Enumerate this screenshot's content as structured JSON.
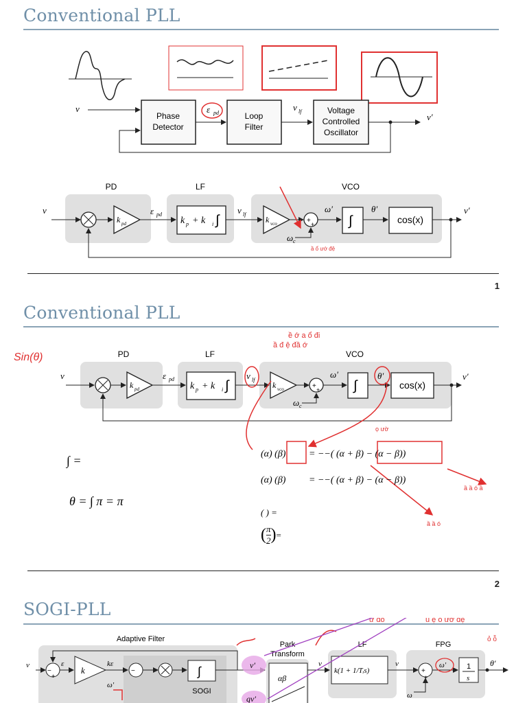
{
  "slides": [
    {
      "title": "Conventional PLL",
      "page": "1",
      "blocks": {
        "phase_detector": [
          "Phase",
          "Detector"
        ],
        "loop_filter": [
          "Loop",
          "Filter"
        ],
        "vco": [
          "Voltage",
          "Controlled",
          "Oscillator"
        ]
      },
      "signals": {
        "input": "v",
        "eps": "ε",
        "eps_sub": "pd",
        "vlf": "v",
        "vlf_sub": "lf",
        "output": "v′"
      },
      "lin_labels": {
        "pd": "PD",
        "lf": "LF",
        "vco": "VCO"
      },
      "lin_blocks": {
        "kpd": "k",
        "kpd_sub": "pd",
        "lf_expr": "k",
        "lf_sub_p": "p",
        "lf_plus": "+ k",
        "lf_sub_i": "i",
        "kvco": "k",
        "kvco_sub": "vco",
        "omega_prime": "ω′",
        "theta_prime": "θ′",
        "cos": "cos(x)",
        "omega_c": "ω",
        "omega_c_sub": "c"
      },
      "annotation": "ầ ổ ướ đệ"
    },
    {
      "title": "Conventional PLL",
      "page": "2",
      "handwritten": "Sin(θ)",
      "annotations": {
        "line1": "ề ớ a    ổ đi",
        "line2": "ầ    đ    ệ đầ    ớ",
        "line3": "ọ    ườ",
        "right1": "ầ ầ ó ầ",
        "right2": "ầ ầ ó"
      },
      "formulas": {
        "integral": "∫        =",
        "theta": "θ = ∫   π       =   π",
        "f1_label": "(α)     (β)",
        "f1": "= −−(     (α + β) −     (α − β))",
        "f2_label": "(α)     (β)",
        "f2": "= −−(     (α + β) −     (α − β))",
        "f3": "(   ) =",
        "f4_num": "π",
        "f4_den": "2",
        "f4_eq": "="
      }
    },
    {
      "title": "SOGI-PLL",
      "annotations": {
        "top": "ỗ",
        "line1": "ư đồ",
        "line2": "ủ   ệ   ố   ướ đệ",
        "side": "ỏ ỗ"
      },
      "labels": {
        "adaptive_filter": "Adaptive Filter",
        "park": "Park",
        "transform": "Transform",
        "lf": "LF",
        "fpg": "FPG",
        "sogi": "SOGI",
        "alphabeta": "αβ",
        "k": "k",
        "keps": "kε",
        "eps_v": "ε",
        "v_prime": "v′",
        "qv_prime": "qv′",
        "omega_prime": "ω′",
        "theta_prime": "θ′",
        "one_over_s_num": "1",
        "one_over_s_den": "s",
        "omega_c": "ω",
        "vf": "v",
        "input": "v"
      }
    }
  ]
}
